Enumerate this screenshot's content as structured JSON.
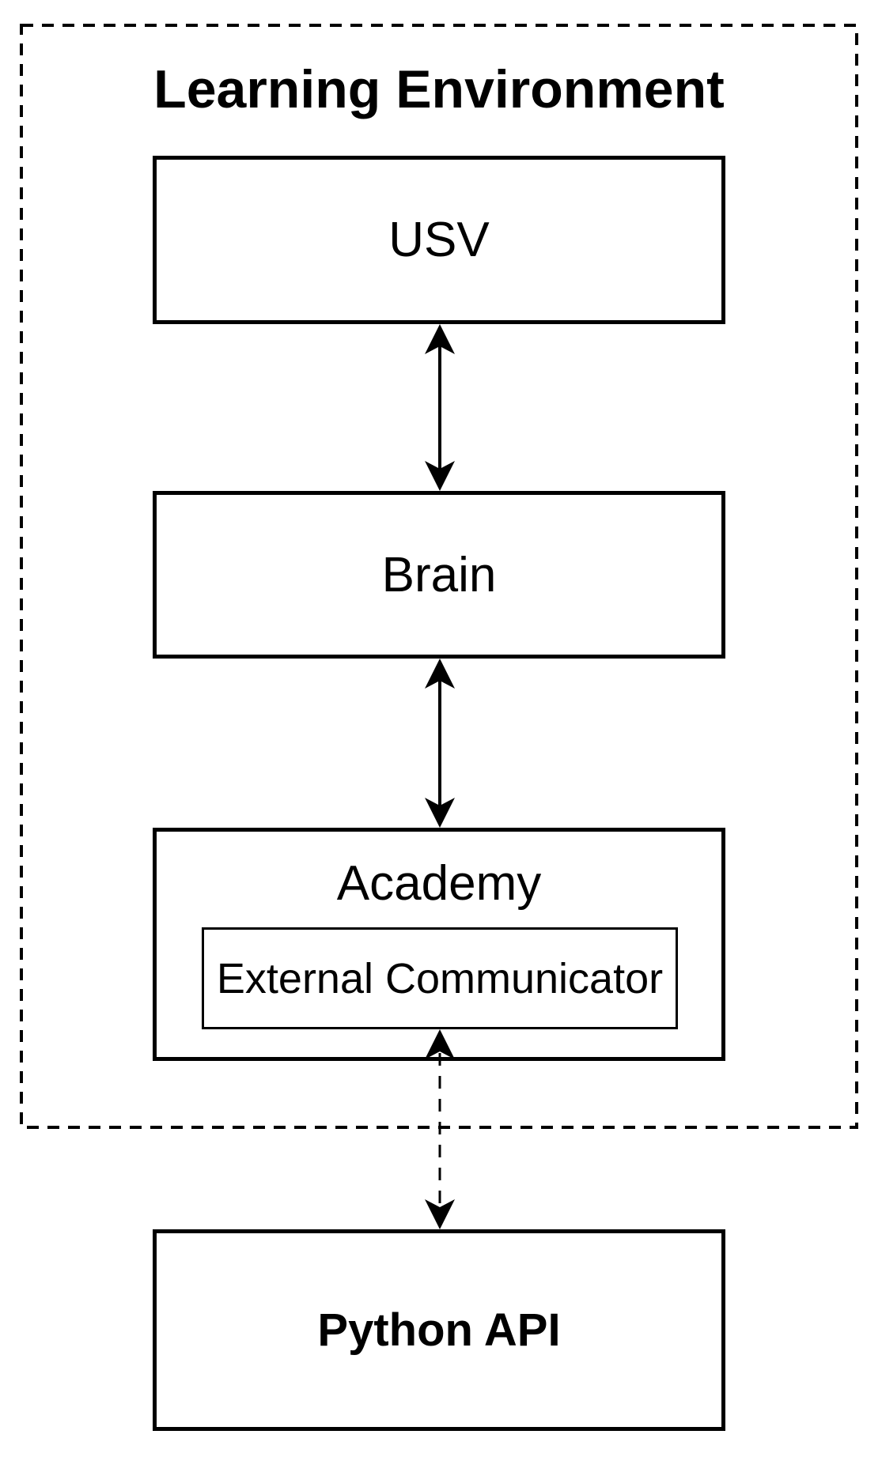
{
  "boundary": {
    "label": "Learning Environment"
  },
  "nodes": {
    "usv": {
      "label": "USV"
    },
    "brain": {
      "label": "Brain"
    },
    "academy": {
      "label": "Academy"
    },
    "external_communicator": {
      "label": "External Communicator"
    },
    "python_api": {
      "label": "Python API"
    }
  },
  "edges": [
    {
      "from": "USV",
      "to": "Brain",
      "style": "solid",
      "bidirectional": true
    },
    {
      "from": "Brain",
      "to": "Academy",
      "style": "solid",
      "bidirectional": true
    },
    {
      "from": "External Communicator",
      "to": "Python API",
      "style": "dashed",
      "bidirectional": true
    }
  ],
  "colors": {
    "stroke": "#000000",
    "background": "#ffffff"
  }
}
